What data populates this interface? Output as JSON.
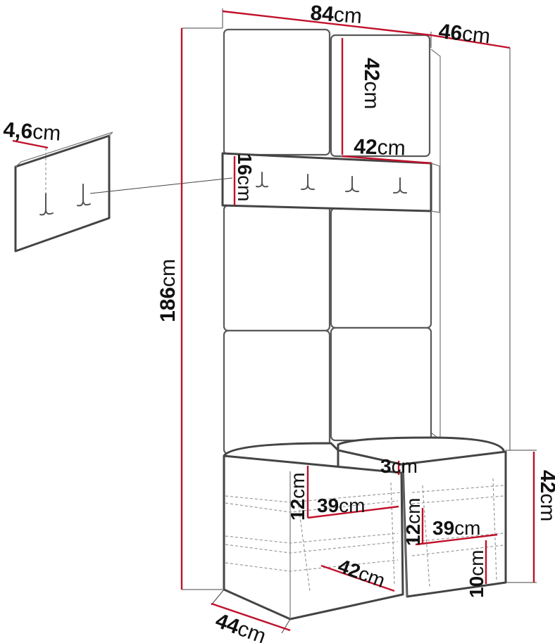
{
  "dimensions": {
    "width": {
      "value": "84",
      "unit": "cm"
    },
    "depth_top": {
      "value": "46",
      "unit": "cm"
    },
    "height": {
      "value": "186",
      "unit": "cm"
    },
    "panel_height": {
      "value": "42",
      "unit": "cm"
    },
    "panel_width": {
      "value": "42",
      "unit": "cm"
    },
    "hook_rail_height": {
      "value": "16",
      "unit": "cm"
    },
    "hook_rail_thickness": {
      "value": "4,6",
      "unit": "cm"
    },
    "bench_height": {
      "value": "42",
      "unit": "cm"
    },
    "cushion_thickness": {
      "value": "3",
      "unit": "cm"
    },
    "left_shelf_spacing": {
      "value": "12",
      "unit": "cm"
    },
    "left_shelf_width": {
      "value": "39",
      "unit": "cm"
    },
    "right_shelf_spacing": {
      "value": "12",
      "unit": "cm"
    },
    "right_shelf_width": {
      "value": "39",
      "unit": "cm"
    },
    "compartment_depth": {
      "value": "42",
      "unit": "cm"
    },
    "bottom_shelf_height": {
      "value": "10",
      "unit": "cm"
    },
    "bench_depth": {
      "value": "44",
      "unit": "cm"
    }
  },
  "colors": {
    "dimension_line": "#c0112b",
    "outline": "#444444"
  }
}
